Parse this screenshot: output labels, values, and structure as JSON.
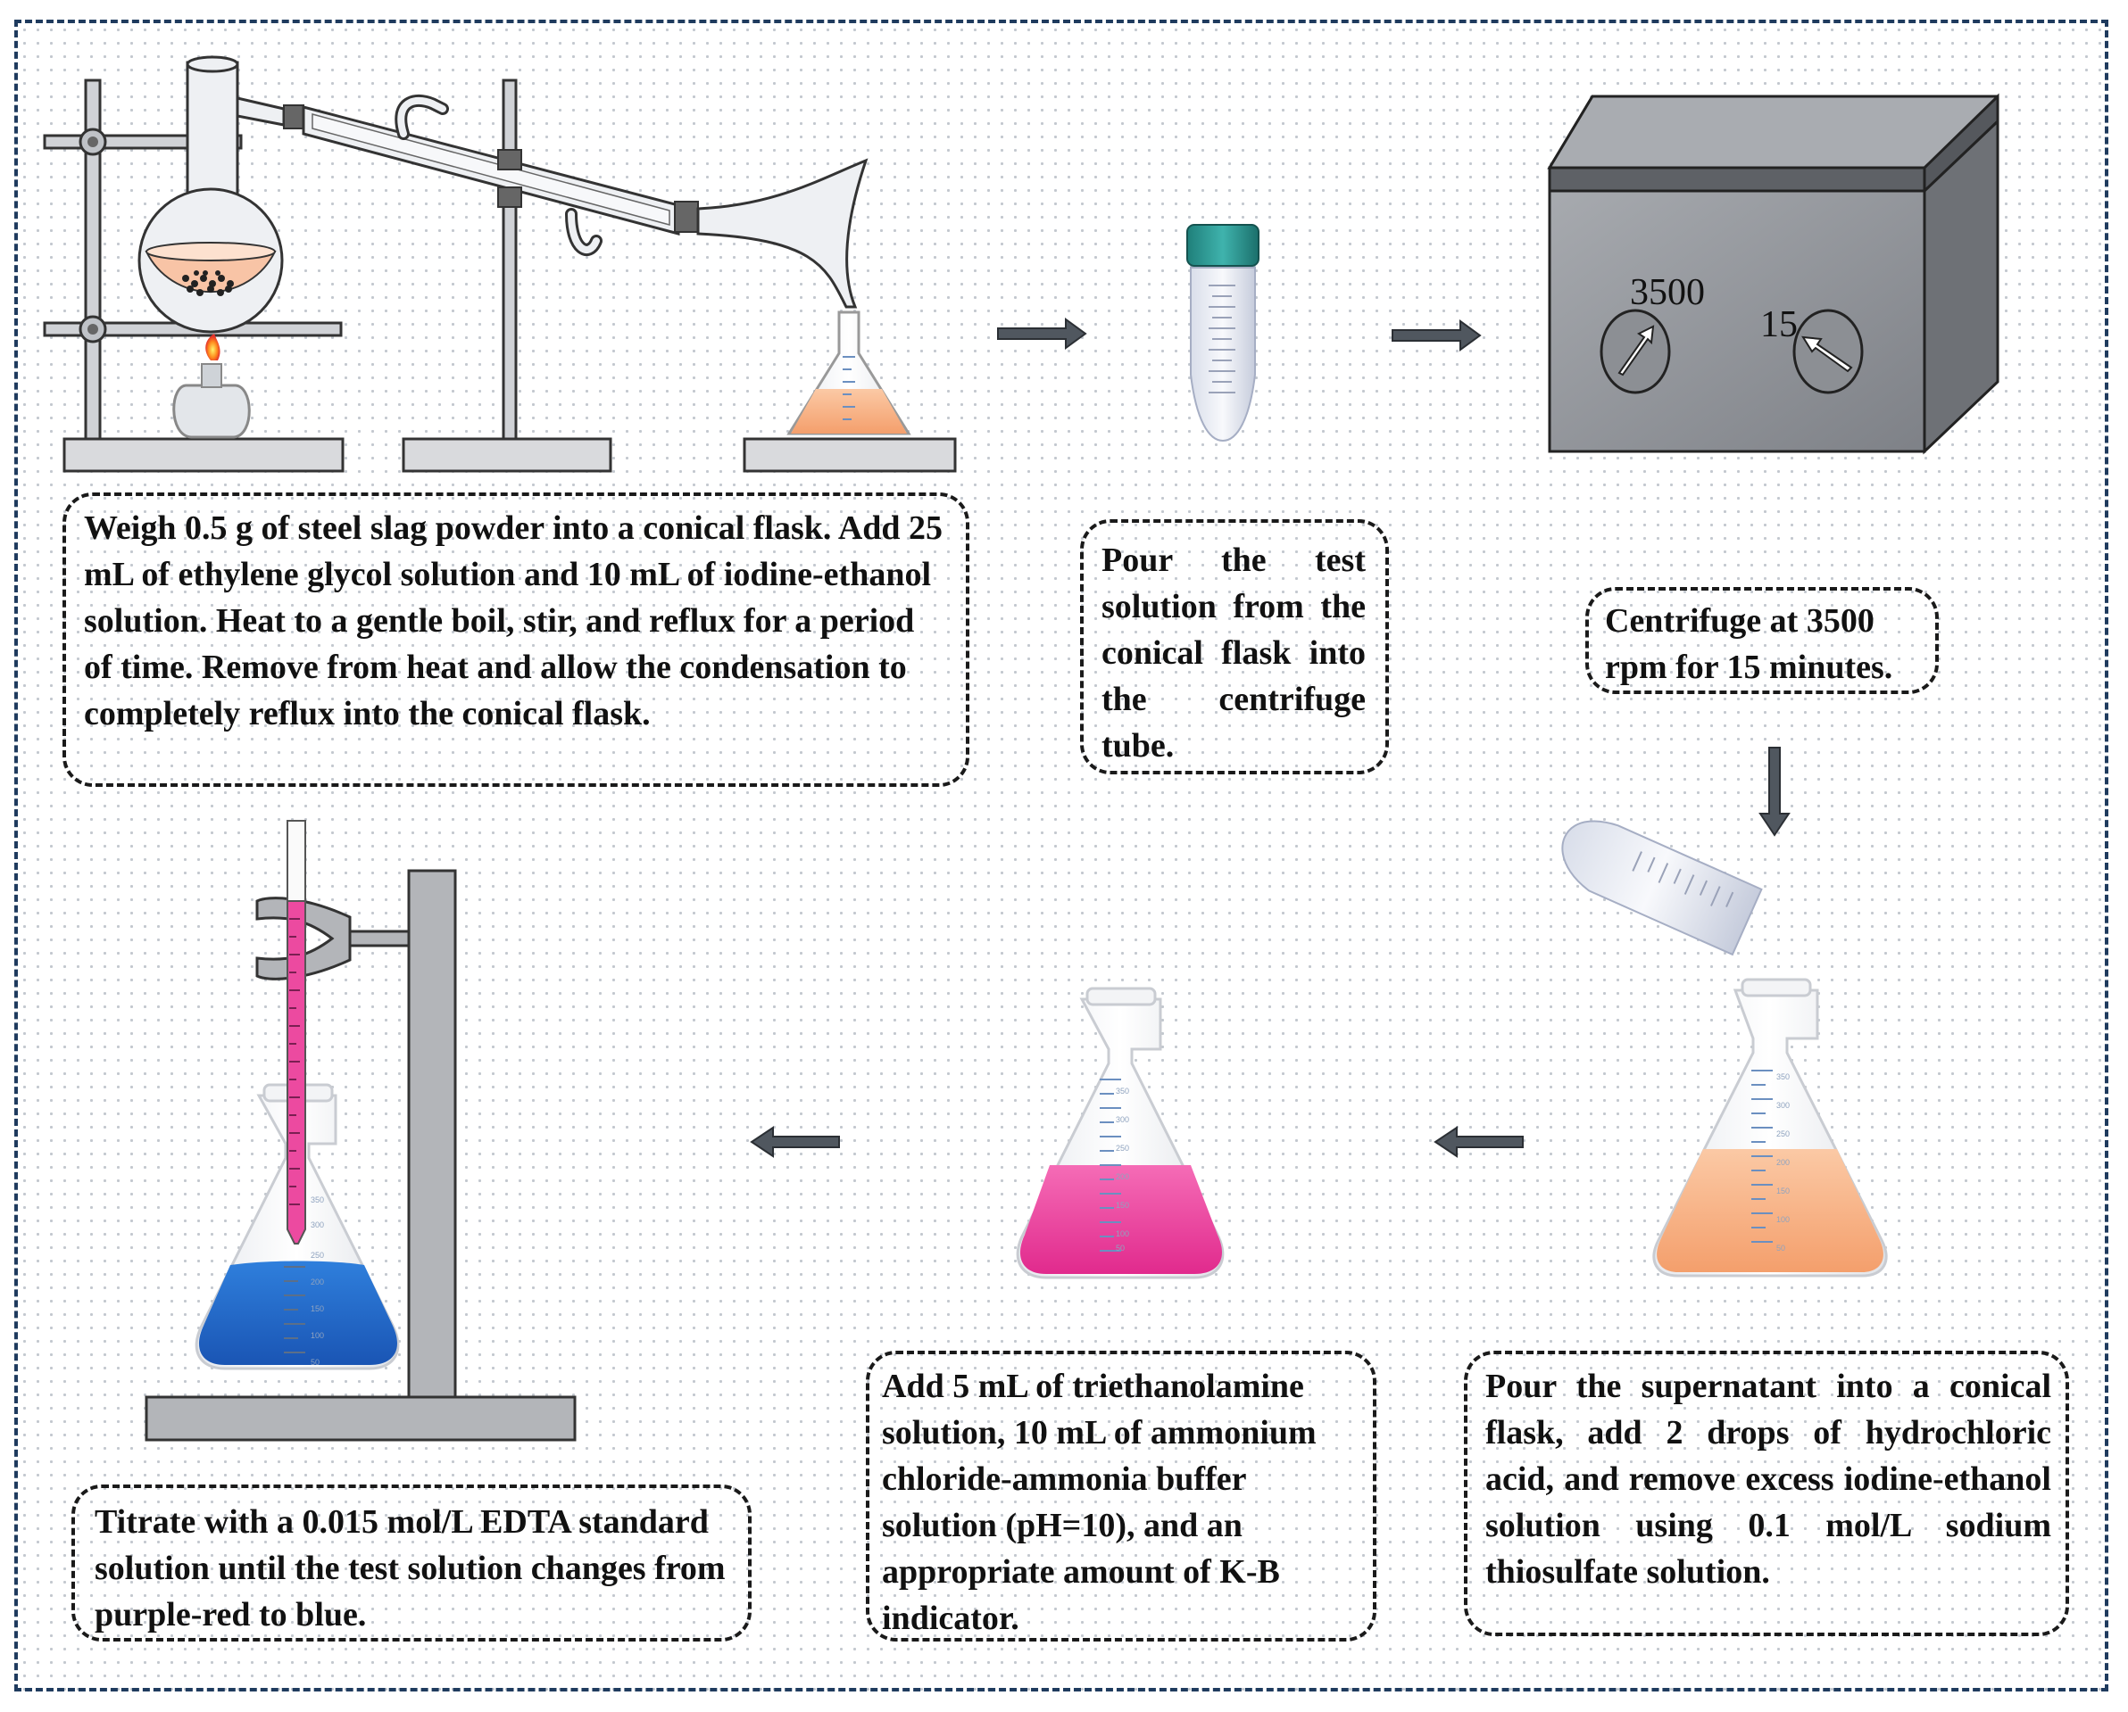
{
  "centrifuge": {
    "speed_dial": "3500",
    "time_dial": "15"
  },
  "steps": {
    "reflux": "Weigh 0.5 g of steel slag powder into a conical flask. Add 25 mL of ethylene glycol solution and 10 mL of iodine-ethanol solution. Heat to a gentle boil, stir, and reflux for a period of time. Remove from heat and allow the condensation to completely reflux into the conical flask.",
    "pour_tube": "Pour the test solution from the conical flask into the centrifuge tube.",
    "centrifuge": "Centrifuge at 3500 rpm for 15 minutes.",
    "supernatant": "Pour the supernatant into a conical flask, add 2 drops of hydrochloric acid, and remove excess iodine-ethanol solution using 0.1 mol/L sodium thiosulfate solution.",
    "buffer": "Add 5 mL of triethanolamine solution, 10 mL of ammonium chloride-ammonia buffer solution (pH=10), and an appropriate amount of K-B indicator.",
    "titrate": "Titrate with a 0.015 mol/L EDTA standard solution until the test solution changes from purple-red to blue."
  },
  "flask_scale": [
    "350",
    "300",
    "250",
    "200",
    "150",
    "100",
    "50"
  ],
  "colors": {
    "frame": "#1f3b5e",
    "arrow": "#50575f",
    "orange_liquid": "#f7b48a",
    "pink_liquid": "#ec3f9c",
    "blue_liquid": "#1f63c6",
    "centrifuge_body": "#8e9196"
  }
}
